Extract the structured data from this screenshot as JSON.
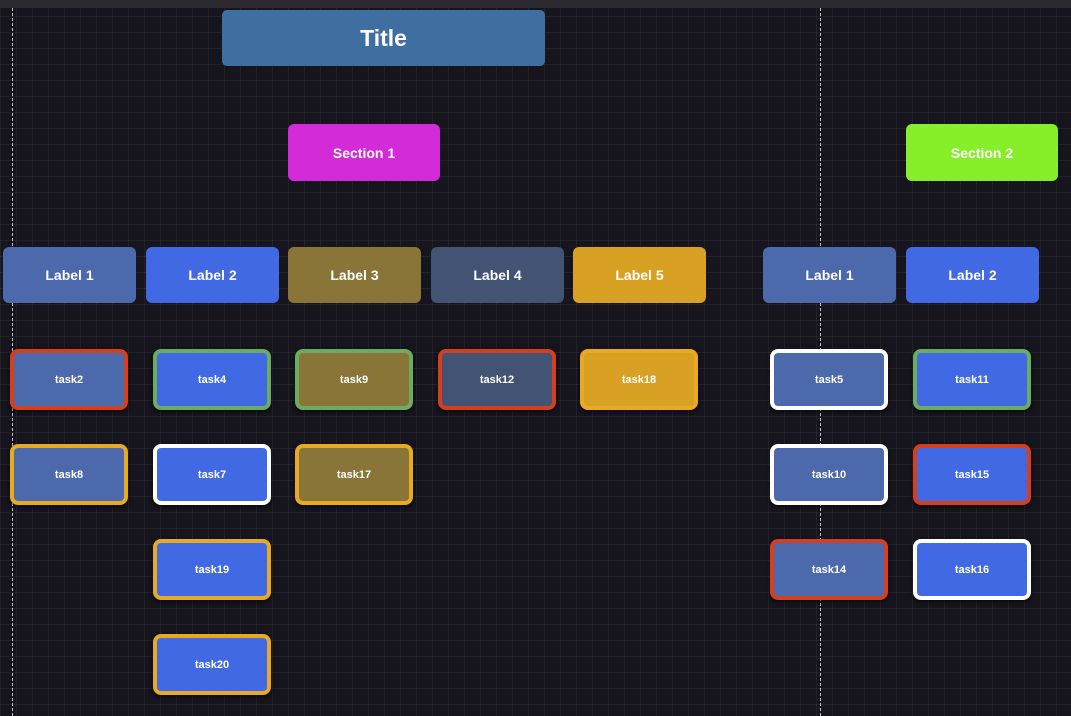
{
  "title": "Title",
  "colors": {
    "title_bg": "#3e6fa0",
    "red": "#d63f1e",
    "green": "#6aac62",
    "yellow": "#e8a923",
    "white": "#ffffff"
  },
  "sections": [
    {
      "label": "Section 1",
      "color": "#d42bd9"
    },
    {
      "label": "Section 2",
      "color": "#87ee2a"
    }
  ],
  "labels": [
    {
      "text": "Label 1",
      "color": "#4b69ab"
    },
    {
      "text": "Label 2",
      "color": "#4169e3"
    },
    {
      "text": "Label 3",
      "color": "#8a7539"
    },
    {
      "text": "Label 4",
      "color": "#435373"
    },
    {
      "text": "Label 5",
      "color": "#d9a123"
    },
    {
      "text": "Label 1",
      "color": "#4b69ab"
    },
    {
      "text": "Label 2",
      "color": "#4169e3"
    }
  ],
  "tasks": [
    {
      "text": "task2",
      "fill": "#4b69ab",
      "border": "red"
    },
    {
      "text": "task8",
      "fill": "#4b69ab",
      "border": "yellow"
    },
    {
      "text": "task4",
      "fill": "#4169e3",
      "border": "green"
    },
    {
      "text": "task7",
      "fill": "#4169e3",
      "border": "white"
    },
    {
      "text": "task19",
      "fill": "#4169e3",
      "border": "yellow"
    },
    {
      "text": "task20",
      "fill": "#4169e3",
      "border": "yellow"
    },
    {
      "text": "task9",
      "fill": "#8a7539",
      "border": "green"
    },
    {
      "text": "task17",
      "fill": "#8a7539",
      "border": "yellow"
    },
    {
      "text": "task12",
      "fill": "#435373",
      "border": "red"
    },
    {
      "text": "task18",
      "fill": "#d9a123",
      "border": "yellow"
    },
    {
      "text": "task5",
      "fill": "#4b69ab",
      "border": "white"
    },
    {
      "text": "task10",
      "fill": "#4b69ab",
      "border": "white"
    },
    {
      "text": "task14",
      "fill": "#4b69ab",
      "border": "red"
    },
    {
      "text": "task11",
      "fill": "#4169e3",
      "border": "green"
    },
    {
      "text": "task15",
      "fill": "#4169e3",
      "border": "red"
    },
    {
      "text": "task16",
      "fill": "#4169e3",
      "border": "white"
    }
  ]
}
